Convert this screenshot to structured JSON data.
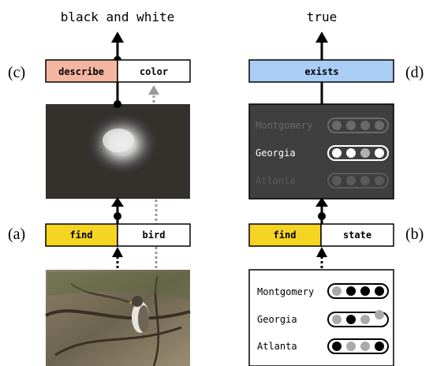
{
  "left": {
    "output": "black and white",
    "top_label": "(c)",
    "top_module": [
      "describe",
      "color"
    ],
    "bottom_label": "(a)",
    "bottom_module": [
      "find",
      "bird"
    ]
  },
  "right": {
    "output": "true",
    "top_label": "(d)",
    "top_module": "exists",
    "bottom_label": "(b)",
    "bottom_module": [
      "find",
      "state"
    ],
    "attention_states": [
      {
        "name": "Montgomery",
        "emphasis": "dim"
      },
      {
        "name": "Georgia",
        "emphasis": "bright"
      },
      {
        "name": "Atlanta",
        "emphasis": "faint"
      }
    ],
    "kb_states": [
      {
        "name": "Montgomery"
      },
      {
        "name": "Georgia"
      },
      {
        "name": "Atlanta"
      }
    ]
  },
  "colors": {
    "describe": "#f4b6a0",
    "find": "#f5d422",
    "exists": "#a9cdf5",
    "dark_panel": "#3f3f3f",
    "arrow_dotted": "#999999"
  }
}
